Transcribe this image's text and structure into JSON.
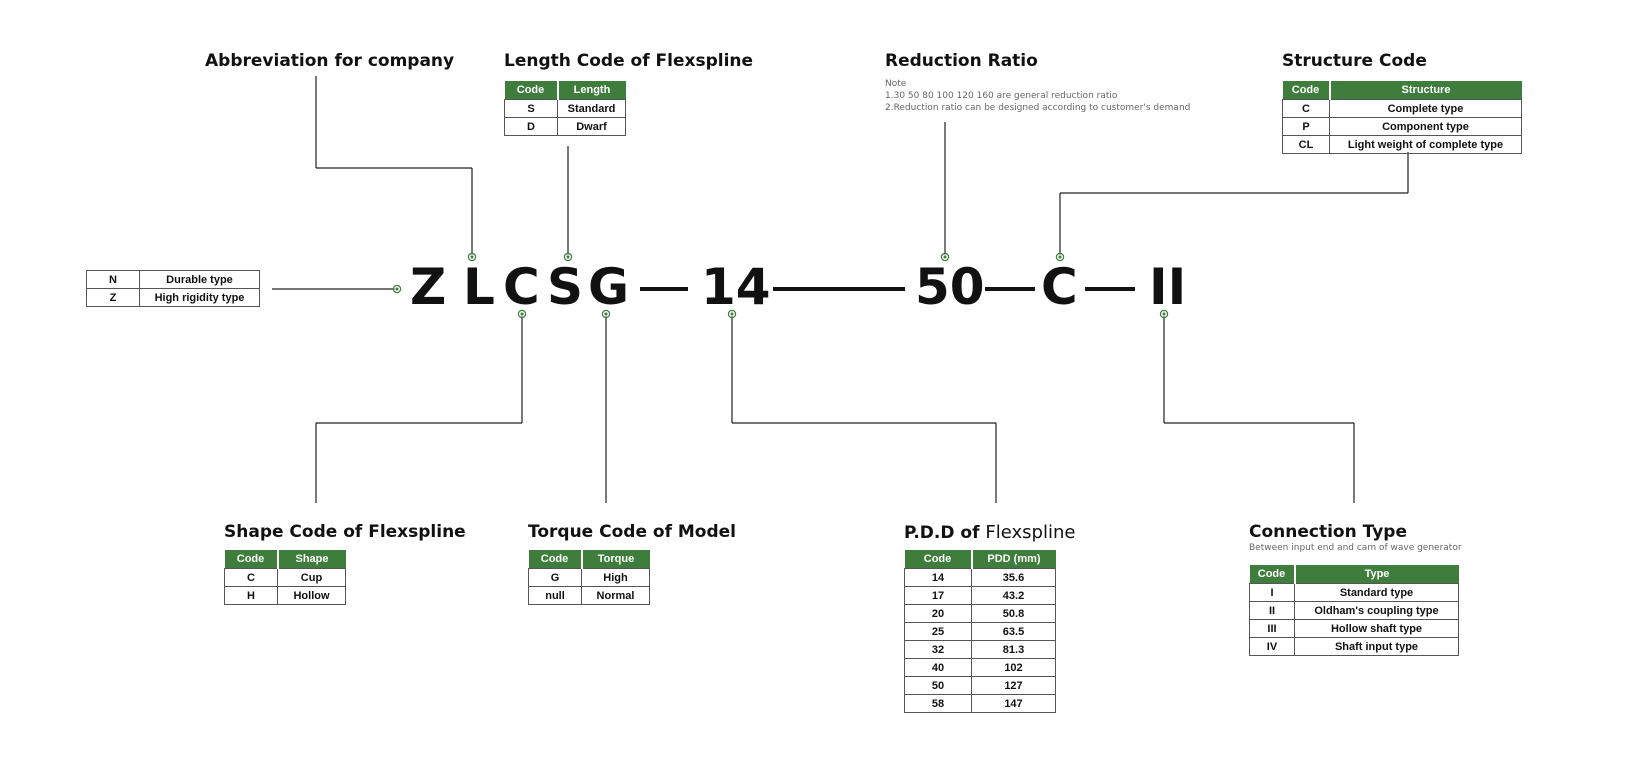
{
  "code_parts": [
    "Z",
    "L",
    "C",
    "S",
    "G",
    "14",
    "50",
    "C",
    "II"
  ],
  "titles": {
    "abbreviation": "Abbreviation for company",
    "length_code": "Length Code of Flexspline",
    "reduction_ratio": "Reduction Ratio",
    "structure_code": "Structure Code",
    "shape_code": "Shape Code of Flexspline",
    "torque_code": "Torque Code of Model",
    "pdd_prefix": "P.D.D of",
    "pdd_suffix": "Flexspline",
    "connection_type": "Connection Type"
  },
  "reduction_note": {
    "heading": "Note",
    "line1": "1.30 50 80 100 120 160 are general reduction ratio",
    "line2": "2.Reduction ratio can be designed according to customer's demand"
  },
  "connection_subtitle": "Between input end and cam of wave generator",
  "tables": {
    "type": {
      "rows": [
        {
          "code": "N",
          "desc": "Durable type"
        },
        {
          "code": "Z",
          "desc": "High rigidity type"
        }
      ]
    },
    "length": {
      "headers": [
        "Code",
        "Length"
      ],
      "rows": [
        {
          "code": "S",
          "desc": "Standard"
        },
        {
          "code": "D",
          "desc": "Dwarf"
        }
      ]
    },
    "structure": {
      "headers": [
        "Code",
        "Structure"
      ],
      "rows": [
        {
          "code": "C",
          "desc": "Complete type"
        },
        {
          "code": "P",
          "desc": "Component type"
        },
        {
          "code": "CL",
          "desc": "Light weight of complete type"
        }
      ]
    },
    "shape": {
      "headers": [
        "Code",
        "Shape"
      ],
      "rows": [
        {
          "code": "C",
          "desc": "Cup"
        },
        {
          "code": "H",
          "desc": "Hollow"
        }
      ]
    },
    "torque": {
      "headers": [
        "Code",
        "Torque"
      ],
      "rows": [
        {
          "code": "G",
          "desc": "High"
        },
        {
          "code": "null",
          "desc": "Normal"
        }
      ]
    },
    "pdd": {
      "headers": [
        "Code",
        "PDD (mm)"
      ],
      "rows": [
        {
          "code": "14",
          "desc": "35.6"
        },
        {
          "code": "17",
          "desc": "43.2"
        },
        {
          "code": "20",
          "desc": "50.8"
        },
        {
          "code": "25",
          "desc": "63.5"
        },
        {
          "code": "32",
          "desc": "81.3"
        },
        {
          "code": "40",
          "desc": "102"
        },
        {
          "code": "50",
          "desc": "127"
        },
        {
          "code": "58",
          "desc": "147"
        }
      ]
    },
    "connection": {
      "headers": [
        "Code",
        "Type"
      ],
      "rows": [
        {
          "code": "I",
          "desc": "Standard type"
        },
        {
          "code": "II",
          "desc": "Oldham's coupling type"
        },
        {
          "code": "III",
          "desc": "Hollow shaft type"
        },
        {
          "code": "IV",
          "desc": "Shaft input type"
        }
      ]
    }
  },
  "colors": {
    "header_green": "#3e7d3c",
    "text": "#111111",
    "note_grey": "#666666"
  }
}
